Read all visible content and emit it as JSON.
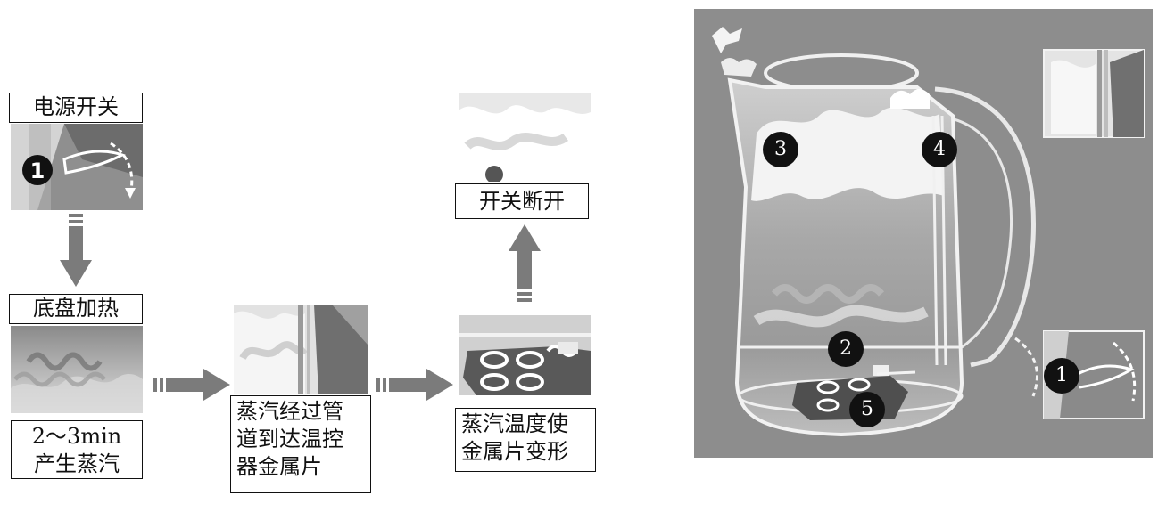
{
  "steps": {
    "power_switch": "电源开关",
    "base_heating": "底盘加热",
    "steam_time_line1": "2～3min",
    "steam_time_line2": "产生蒸汽",
    "steam_pipe_line1": "蒸汽经过管",
    "steam_pipe_line2": "道到达温控",
    "steam_pipe_line3": "器金属片",
    "metal_deform_line1": "蒸汽温度使",
    "metal_deform_line2": "金属片变形",
    "switch_off": "开关断开"
  },
  "markers": {
    "m1": "1",
    "m2": "2",
    "m3": "3",
    "m4": "4",
    "m5": "5",
    "switch_badge": "1"
  },
  "colors": {
    "panel_dark": "#7a7a7a",
    "panel_mid": "#9a9a9a",
    "panel_light": "#d9d9d9",
    "arrow": "#7b7b7b",
    "kettle_bg": "#8d8d8d"
  }
}
